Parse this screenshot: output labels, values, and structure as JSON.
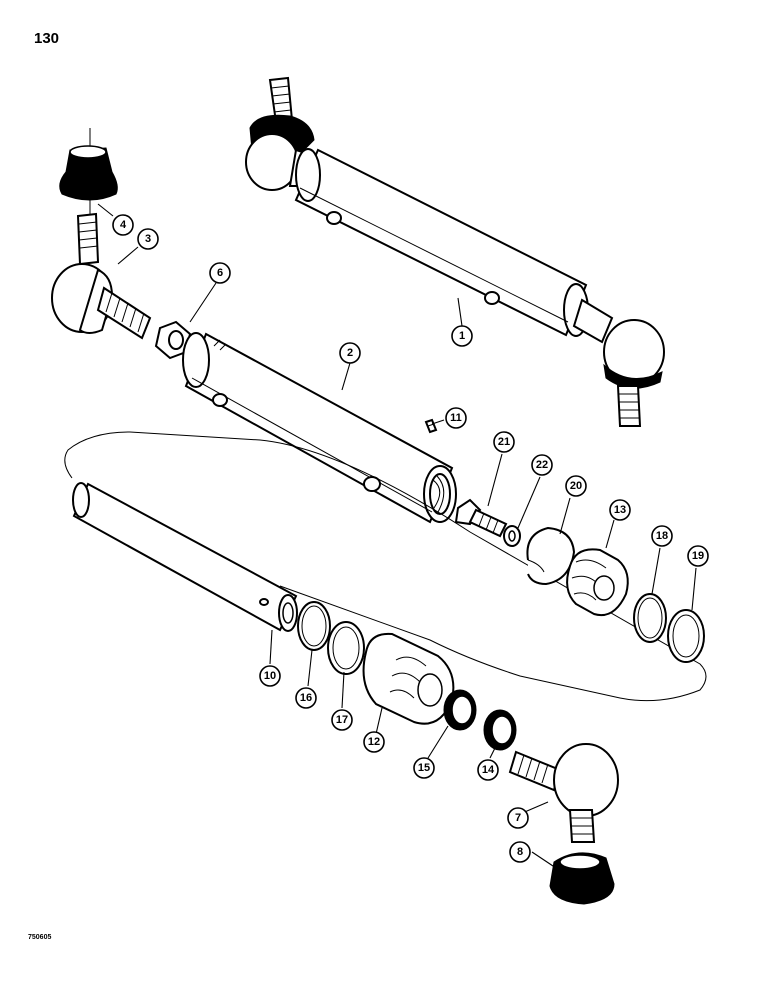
{
  "page_number": "130",
  "drawing_code": "750605",
  "callouts": [
    {
      "id": "1",
      "label": "1"
    },
    {
      "id": "2",
      "label": "2"
    },
    {
      "id": "3",
      "label": "3"
    },
    {
      "id": "4",
      "label": "4"
    },
    {
      "id": "6",
      "label": "6"
    },
    {
      "id": "7",
      "label": "7"
    },
    {
      "id": "8",
      "label": "8"
    },
    {
      "id": "10",
      "label": "10"
    },
    {
      "id": "11",
      "label": "11"
    },
    {
      "id": "12",
      "label": "12"
    },
    {
      "id": "13",
      "label": "13"
    },
    {
      "id": "14",
      "label": "14"
    },
    {
      "id": "15",
      "label": "15"
    },
    {
      "id": "16",
      "label": "16"
    },
    {
      "id": "17",
      "label": "17"
    },
    {
      "id": "18",
      "label": "18"
    },
    {
      "id": "19",
      "label": "19"
    },
    {
      "id": "20",
      "label": "20"
    },
    {
      "id": "21",
      "label": "21"
    },
    {
      "id": "22",
      "label": "22"
    }
  ]
}
